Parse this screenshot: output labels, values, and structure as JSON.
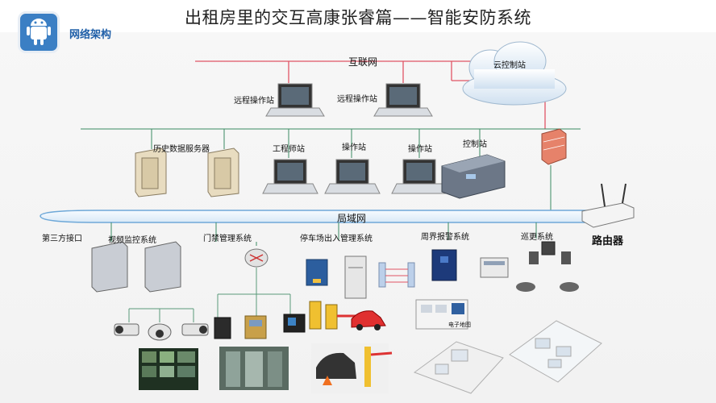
{
  "title": "出租房里的交互高康张睿篇——智能安防系统",
  "logo": {
    "text": "网络架构",
    "icon": "android-icon",
    "color": "#3b7fc4"
  },
  "nodes": {
    "internet": "互联网",
    "cloud": "云控制站",
    "remote1": "远程操作站",
    "remote2": "远程操作站",
    "history": "历史数据服务器",
    "engineer": "工程师站",
    "op1": "操作站",
    "op2": "操作站",
    "control": "控制站",
    "lan": "局域网",
    "router": "路由器",
    "third": "第三方接口",
    "video": "视频监控系统",
    "door": "门禁管理系统",
    "parking": "停车场出入管理系统",
    "perimeter": "周界报警系统",
    "patrol": "巡更系统",
    "emap": "电子地图"
  },
  "colors": {
    "internet_line": "#e05565",
    "lan_line": "#3a8a62",
    "lan_fill": "#e6f1fb",
    "lan_stroke": "#6ea8d8"
  }
}
